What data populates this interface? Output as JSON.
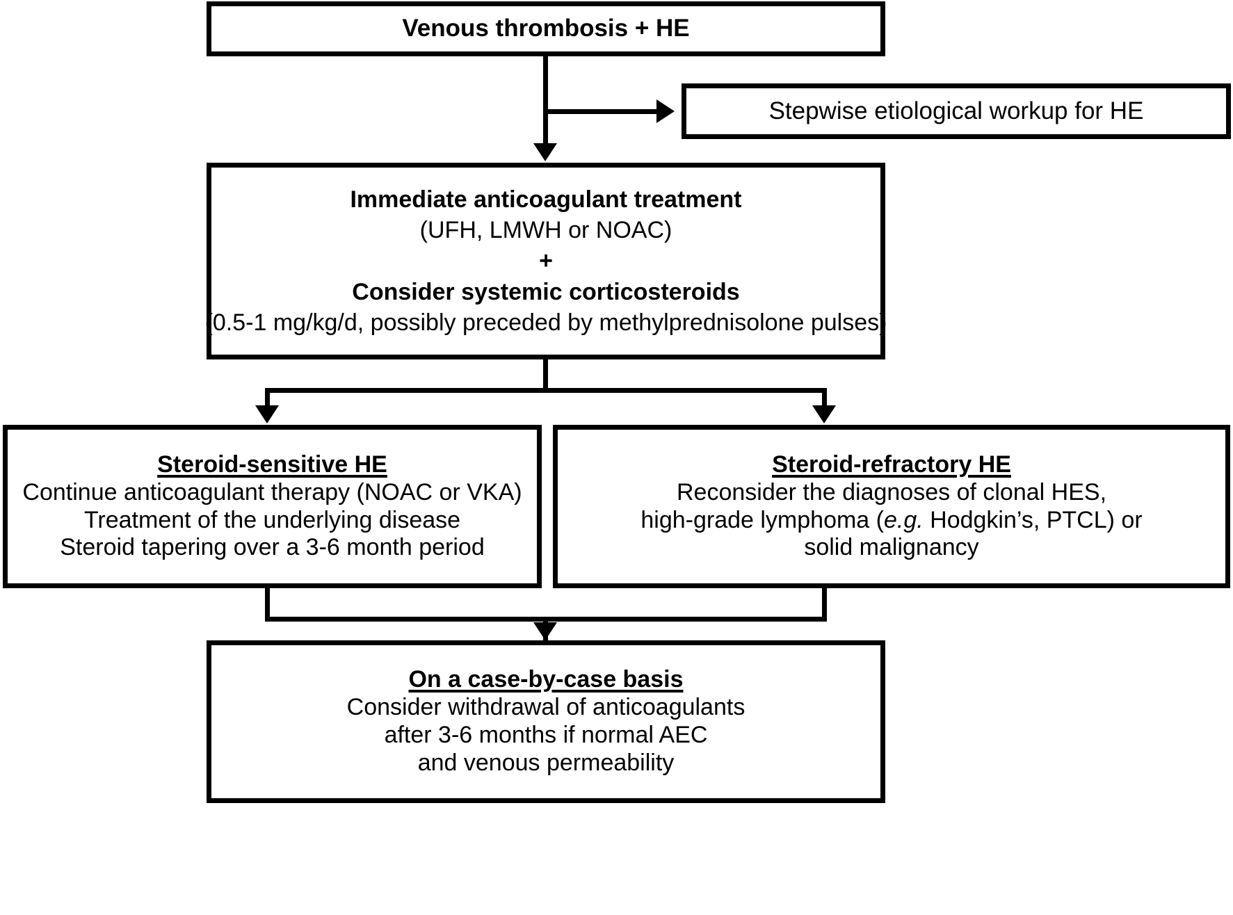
{
  "diagram": {
    "title": "Management algorithm for venous thrombosis with hypereosinophilia (HE)",
    "stroke_color": "#000000",
    "background_color": "#ffffff"
  },
  "nodes": {
    "top": {
      "name": "Venous thrombosis + HE",
      "lines": [
        {
          "text": "Venous thrombosis + HE",
          "style": "bold"
        }
      ]
    },
    "workup": {
      "name": "Stepwise etiological workup for HE",
      "lines": [
        {
          "text": "Stepwise etiological workup for HE",
          "style": "regular"
        }
      ]
    },
    "treatment": {
      "name": "Immediate anticoagulant treatment",
      "lines": [
        {
          "text": "Immediate anticoagulant treatment",
          "style": "bold"
        },
        {
          "text": "(UFH, LMWH or NOAC)",
          "style": "regular"
        },
        {
          "text": "+",
          "style": "bold"
        },
        {
          "text": "Consider systemic corticosteroids",
          "style": "bold"
        },
        {
          "text": "(0.5-1 mg/kg/d, possibly preceded by methylprednisolone pulses)",
          "style": "regular"
        }
      ]
    },
    "sensitive": {
      "name": "Steroid-sensitive HE",
      "heading": "Steroid-sensitive HE",
      "lines": [
        {
          "text": "Continue anticoagulant therapy (NOAC or VKA)",
          "style": "regular"
        },
        {
          "text": "Treatment of the underlying disease",
          "style": "regular"
        },
        {
          "text": "Steroid tapering over a 3-6 month period",
          "style": "regular"
        }
      ]
    },
    "refractory": {
      "name": "Steroid-refractory HE",
      "heading": "Steroid-refractory HE",
      "lines": [
        {
          "text": "Reconsider the diagnoses of clonal HES,",
          "style": "regular"
        },
        {
          "text_pre": "high-grade lymphoma (",
          "text_italic": "e.g.",
          "text_post": " Hodgkin’s, PTCL) or",
          "style": "regular-italic-mid"
        },
        {
          "text": "solid malignancy",
          "style": "regular"
        }
      ]
    },
    "basis": {
      "name": "On a case-by-case basis",
      "heading": "On a case-by-case basis",
      "lines": [
        {
          "text": "Consider withdrawal of anticoagulants",
          "style": "regular"
        },
        {
          "text": "after 3-6 months if normal AEC",
          "style": "regular"
        },
        {
          "text": "and venous permeability",
          "style": "regular"
        }
      ]
    }
  },
  "edges": [
    {
      "label": "top-to-treatment",
      "from": "top",
      "to": "treatment",
      "kind": "arrow-down"
    },
    {
      "label": "top-to-workup",
      "from": "top",
      "to": "workup",
      "kind": "arrow-right-branch"
    },
    {
      "label": "treatment-to-sensitive",
      "from": "treatment",
      "to": "sensitive",
      "kind": "arrow-down-split-left"
    },
    {
      "label": "treatment-to-refractory",
      "from": "treatment",
      "to": "refractory",
      "kind": "arrow-down-split-right"
    },
    {
      "label": "sensitive-to-basis",
      "from": "sensitive",
      "to": "basis",
      "kind": "merge-down"
    },
    {
      "label": "refractory-to-basis",
      "from": "refractory",
      "to": "basis",
      "kind": "merge-down"
    }
  ]
}
